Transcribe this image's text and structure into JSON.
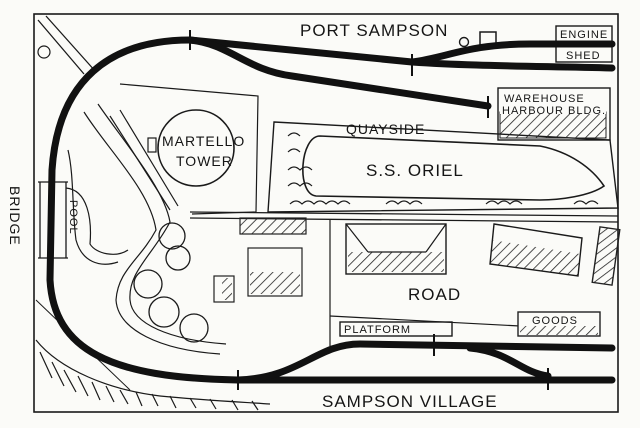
{
  "labels": {
    "port": "PORT SAMPSON",
    "engine_shed_1": "ENGINE",
    "engine_shed_2": "SHED",
    "warehouse_1": "WAREHOUSE",
    "warehouse_2": "HARBOUR BLDG.",
    "quayside": "QUAYSIDE",
    "ship": "S.S. ORIEL",
    "martello_1": "MARTELLO",
    "martello_2": "TOWER",
    "bridge": "BRIDGE",
    "pool": "POOL",
    "road": "ROAD",
    "platform": "PLATFORM",
    "goods": "GOODS",
    "village": "SAMPSON VILLAGE"
  },
  "colors": {
    "paper": "#fbfbf8",
    "ink": "#1a1a1a"
  }
}
